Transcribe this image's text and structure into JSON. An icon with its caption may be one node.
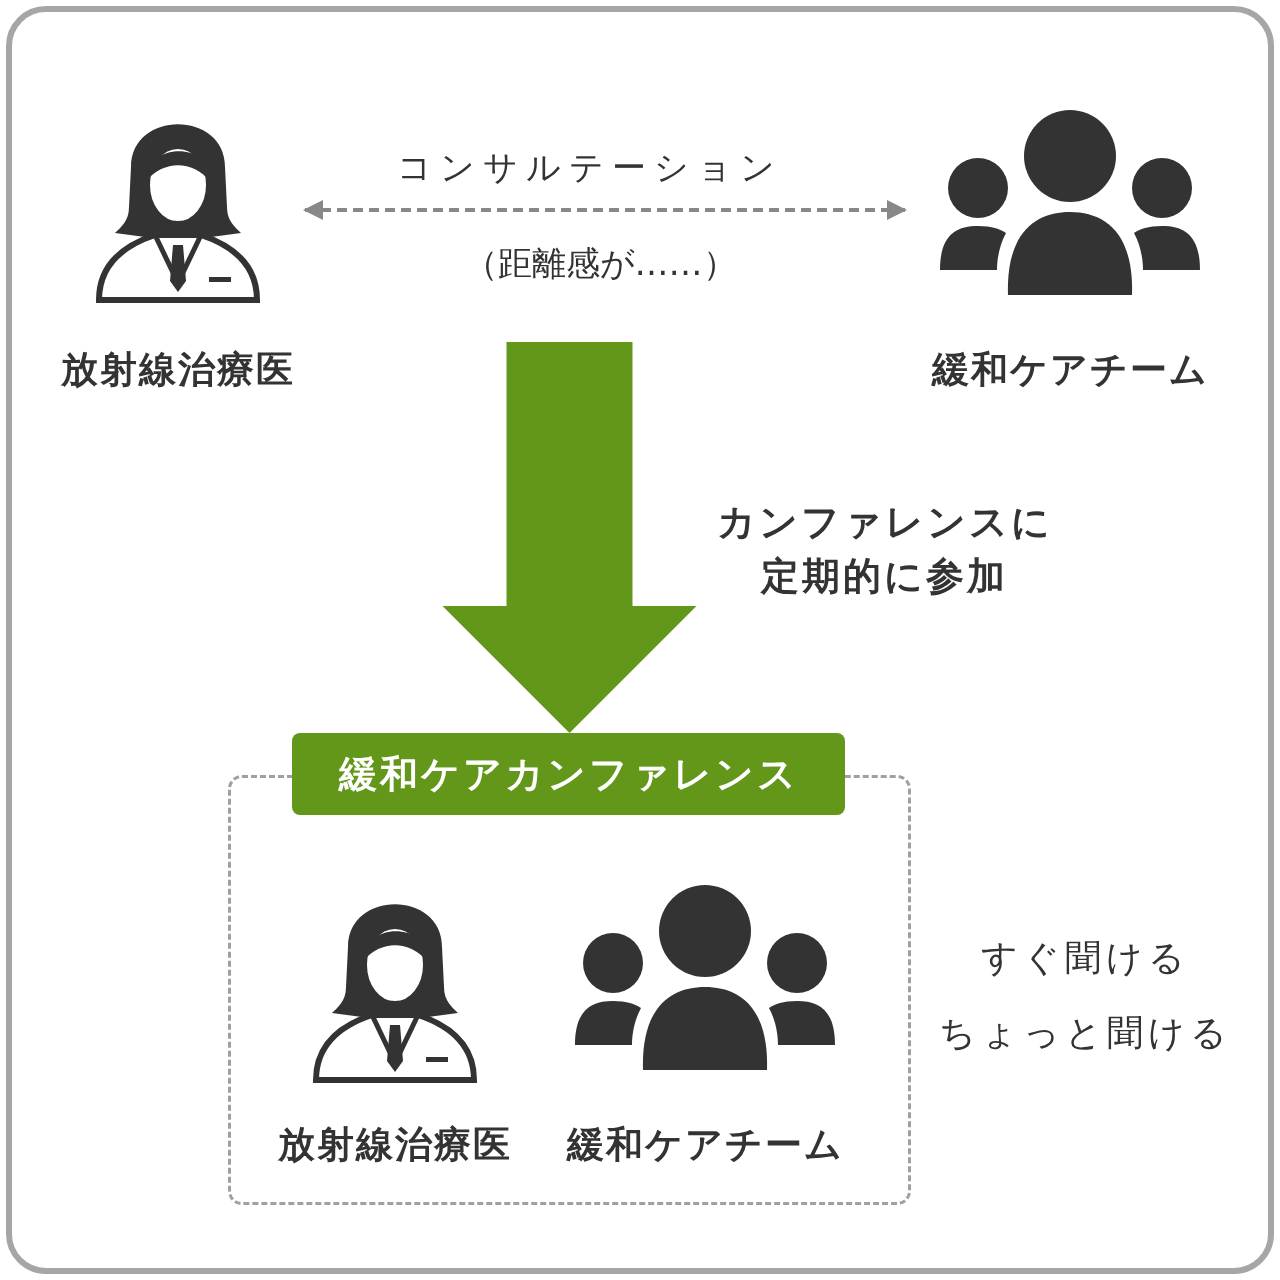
{
  "diagram": {
    "nodes": [
      {
        "text": [
          "放射線治療医"
        ]
      },
      {
        "text": [
          "緩和ケアチーム"
        ]
      },
      {
        "text": [
          "緩和ケアカンファレンス"
        ],
        "beside": [
          "すぐ聞ける",
          "ちょっと聞ける"
        ]
      },
      {
        "text": [
          "放射線治療医"
        ],
        "in": 2
      },
      {
        "text": [
          "緩和ケアチーム"
        ],
        "in": 2
      }
    ],
    "edges": [
      {
        "from": 0,
        "to": 1,
        "arrow": "both",
        "label": "コンサルテーション",
        "style": "dashed",
        "color": "#888888"
      },
      {
        "from": null,
        "to": 2,
        "arrow": "to",
        "label": "カンファレンスに定期的に参加",
        "style": "thick",
        "color": "#63971a"
      }
    ],
    "labels": [
      "（距離感が……）"
    ]
  }
}
